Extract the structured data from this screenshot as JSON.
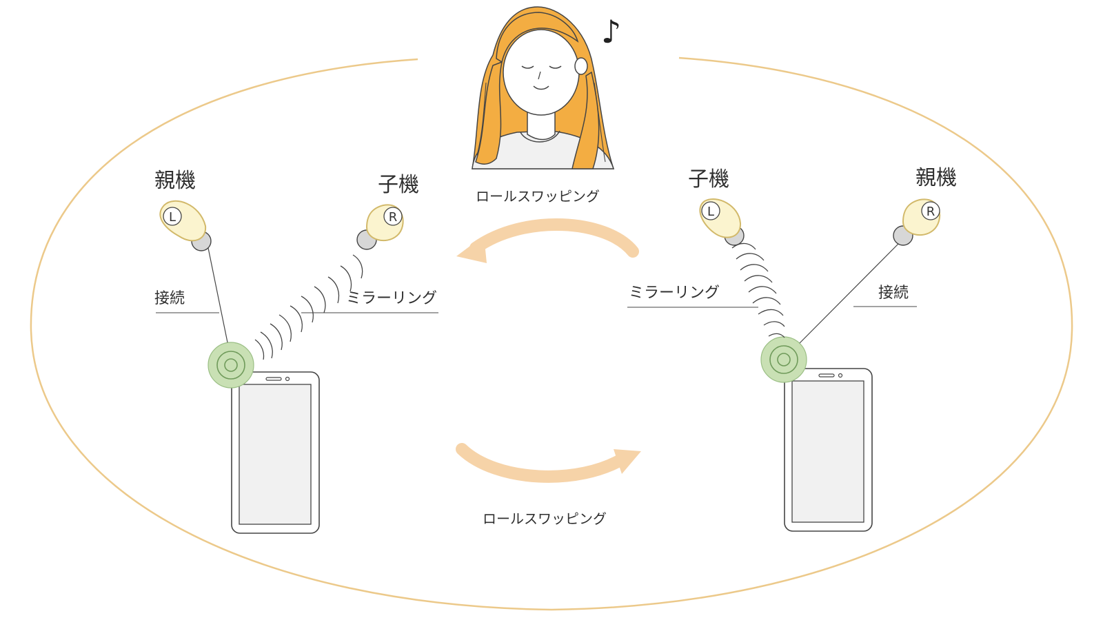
{
  "labels": {
    "left_master": "親機",
    "left_slave": "子機",
    "right_slave": "子機",
    "right_master": "親機",
    "left_connect": "接続",
    "right_connect": "接続",
    "left_mirroring": "ミラーリング",
    "right_mirroring": "ミラーリング",
    "role_swap_top": "ロールスワッピング",
    "role_swap_bottom": "ロールスワッピング"
  },
  "earbuds": {
    "left_panel_l": "L",
    "left_panel_r": "R",
    "right_panel_l": "L",
    "right_panel_r": "R"
  },
  "music_note": "♪",
  "colors": {
    "ellipse": "#ecc98a",
    "hair": "#f3ad42",
    "arrow": "#f6d3a8",
    "connector": "#c9e0b4",
    "earbud": "#fbf4cf",
    "earbud_tip": "#d7d7d7",
    "phone_screen": "#f1f1f1"
  }
}
